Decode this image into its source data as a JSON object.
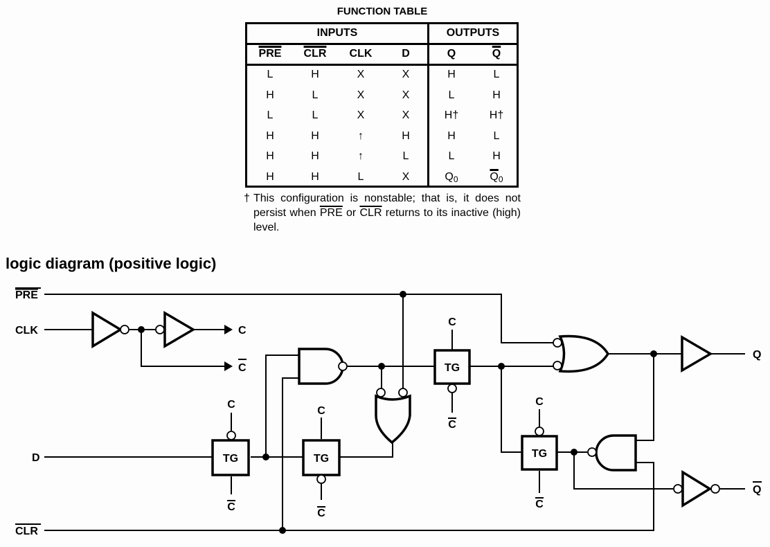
{
  "function_table": {
    "title": "FUNCTION TABLE",
    "groups": {
      "inputs": "INPUTS",
      "outputs": "OUTPUTS"
    },
    "columns": [
      {
        "label": "PRE",
        "active_low": true
      },
      {
        "label": "CLR",
        "active_low": true
      },
      {
        "label": "CLK",
        "active_low": false
      },
      {
        "label": "D",
        "active_low": false
      },
      {
        "label": "Q",
        "active_low": false
      },
      {
        "label": "Q",
        "active_low": true
      }
    ],
    "rows": [
      [
        "L",
        "H",
        "X",
        "X",
        "H",
        "L"
      ],
      [
        "H",
        "L",
        "X",
        "X",
        "L",
        "H"
      ],
      [
        "L",
        "L",
        "X",
        "X",
        "H†",
        "H†"
      ],
      [
        "H",
        "H",
        "↑",
        "H",
        "H",
        "L"
      ],
      [
        "H",
        "H",
        "↑",
        "L",
        "L",
        "H"
      ],
      [
        "H",
        "H",
        "L",
        "X",
        "Q0",
        "Q0-bar"
      ]
    ],
    "footnote": {
      "dagger": "†",
      "part1": "This configuration is nonstable; that is, it does not persist when ",
      "pre": "PRE",
      "or": " or ",
      "clr": "CLR",
      "part2": " returns to its inactive (high) level."
    }
  },
  "diagram": {
    "title": "logic diagram (positive logic)",
    "inputs": {
      "pre": "PRE",
      "clk": "CLK",
      "d": "D",
      "clr": "CLR"
    },
    "outputs": {
      "q": "Q",
      "qbar": "Q"
    },
    "clock_outputs": {
      "c": "C",
      "cbar": "C"
    },
    "tg_label": "TG",
    "c_label": "C"
  }
}
